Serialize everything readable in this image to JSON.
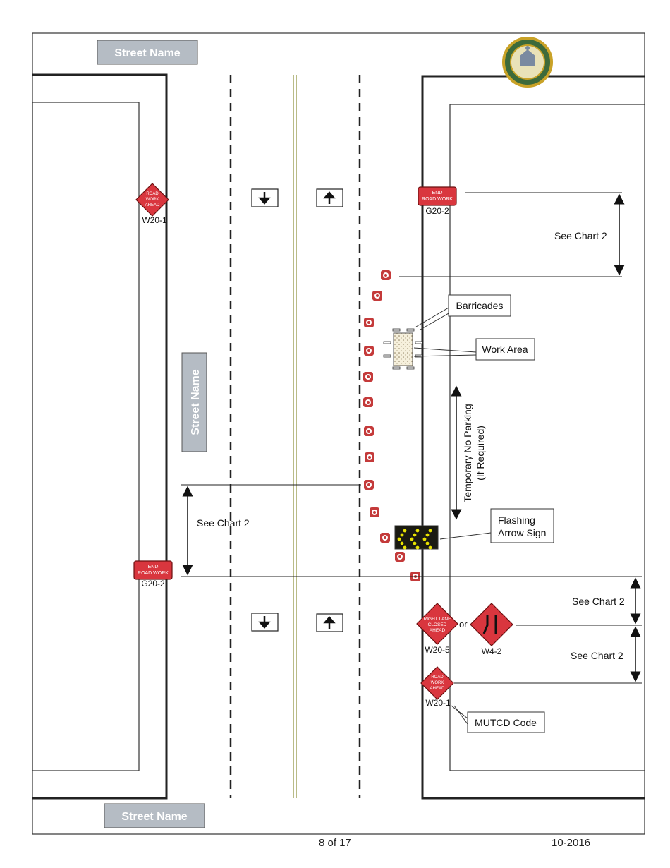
{
  "street_name_labels": {
    "top": "Street Name",
    "middle": "Street Name",
    "bottom": "Street Name"
  },
  "signs": {
    "road_work_ahead": {
      "lines": [
        "ROAD",
        "WORK",
        "AHEAD"
      ],
      "code": "W20-1"
    },
    "end_road_work": {
      "lines": [
        "END",
        "ROAD WORK"
      ],
      "code": "G20-2"
    },
    "right_lane_closed_ahead": {
      "lines": [
        "RIGHT LANE",
        "CLOSED",
        "AHEAD"
      ],
      "code": "W20-5"
    },
    "lane_ends": {
      "code": "W4-2"
    },
    "or_text": "or"
  },
  "callouts": {
    "barricades": "Barricades",
    "work_area": "Work Area",
    "flashing_arrow_sign": [
      "Flashing",
      "Arrow Sign"
    ],
    "mutcd_code": "MUTCD Code"
  },
  "dimension_labels": {
    "see_chart": "See Chart 2",
    "temporary_no_parking": "Temporary No Parking",
    "if_required": "(If Required)"
  },
  "footer": {
    "page": "8 of 17",
    "date": "10-2016"
  },
  "colors": {
    "sign_red": "#d9363e",
    "label_gray": "#b5bcc4",
    "cone_red": "#c43a3a",
    "arrow_board_yellow": "#e8e200"
  }
}
